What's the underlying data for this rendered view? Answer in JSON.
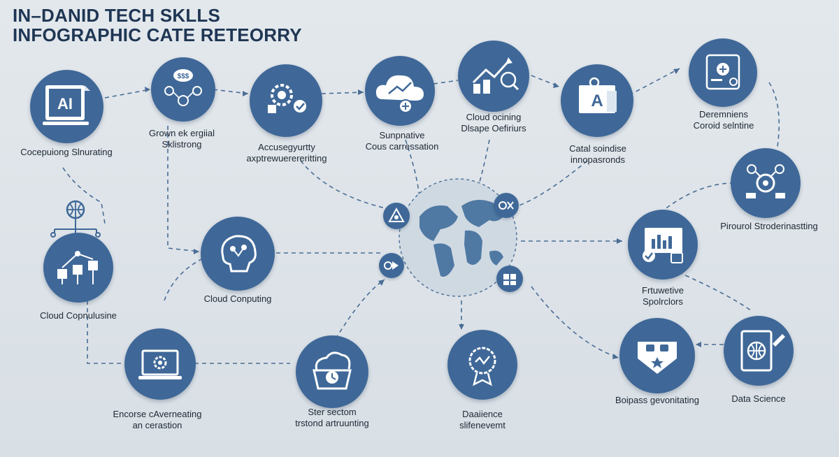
{
  "title": {
    "line1": "IN–DANID TECH SKLLS",
    "line2": "INFOGRAPHIC  CATE RETEORRY"
  },
  "nodes": [
    {
      "id": "ai",
      "icon": "ai-document-icon",
      "label": [
        "Cocepuiong Slnurating"
      ]
    },
    {
      "id": "grown",
      "icon": "team-network-icon",
      "label": [
        "Grown ek ergiial",
        "Sklistrong"
      ]
    },
    {
      "id": "access",
      "icon": "gears-check-icon",
      "label": [
        "Accusegyurtty",
        "axptrewuerereritting"
      ]
    },
    {
      "id": "cloud-sun",
      "icon": "cloud-trend-icon",
      "label": [
        "Sunpnative",
        "Cous carressation"
      ]
    },
    {
      "id": "cloud-ocining",
      "icon": "chart-growth-icon",
      "label": [
        "Cloud ocining",
        "Dlsape Oefiriurs"
      ]
    },
    {
      "id": "catal",
      "icon": "ai-board-icon",
      "label": [
        "Catal soindise",
        "innopasronds"
      ]
    },
    {
      "id": "determ",
      "icon": "circuit-tablet-icon",
      "label": [
        "Deremniens",
        "Coroid selntine"
      ]
    },
    {
      "id": "cloud-compusine",
      "icon": "flowchart-icon",
      "label": [
        "Cloud Copnulusine"
      ]
    },
    {
      "id": "cloud-computing",
      "icon": "brain-circuit-icon",
      "label": [
        "Cloud Conputing"
      ]
    },
    {
      "id": "pirourol",
      "icon": "dashboard-gears-icon",
      "label": [
        "Pirourol Stroderinastting"
      ]
    },
    {
      "id": "frtuwetive",
      "icon": "monitor-chart-icon",
      "label": [
        "Frtuwetive",
        "Spolrclors"
      ]
    },
    {
      "id": "encorse",
      "icon": "laptop-gear-icon",
      "label": [
        "Encorse cAverneating",
        "an cerastion"
      ]
    },
    {
      "id": "ster",
      "icon": "cloud-shield-icon",
      "label": [
        "Ster sectom",
        "trstond artruunting"
      ]
    },
    {
      "id": "dara",
      "icon": "data-badge-icon",
      "label": [
        "Daaiience",
        "slifenevemt"
      ]
    },
    {
      "id": "boipass",
      "icon": "shield-lock-icon",
      "label": [
        "Boipass gevonitating"
      ]
    },
    {
      "id": "data-science",
      "icon": "tablet-globe-icon",
      "label": [
        "Data Science"
      ]
    }
  ],
  "globe": {
    "icon": "world-globe-icon"
  },
  "colors": {
    "node": "#3f6898",
    "line": "#4a6d95",
    "text": "#202a36",
    "title": "#1f3654",
    "bg": "#dde3e8"
  }
}
